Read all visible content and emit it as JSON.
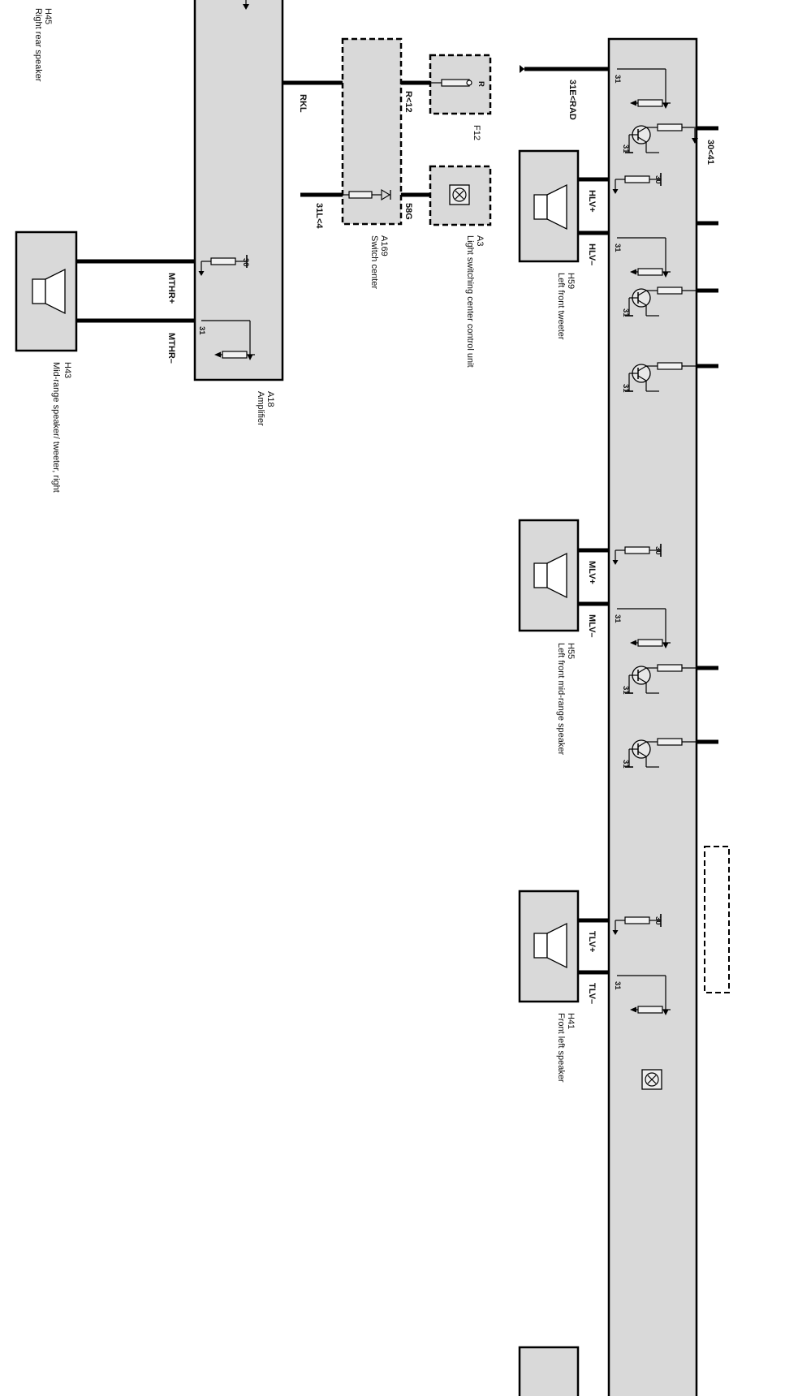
{
  "components": {
    "h45": {
      "id": "H45",
      "name": "Right rear speaker"
    },
    "a18": {
      "id": "A18",
      "name": "Amplifier"
    },
    "h43": {
      "id": "H43",
      "name": "Mid-range speaker/ tweeter, right"
    },
    "a169": {
      "id": "A169",
      "name": "Switch center"
    },
    "a3": {
      "id": "A3",
      "name": "Light switching center control unit"
    },
    "f12": {
      "id": "F12",
      "pin": "R"
    },
    "h59": {
      "id": "H59",
      "name": "Left front tweeter"
    },
    "h55": {
      "id": "H55",
      "name": "Left front mid-range speaker"
    },
    "h41": {
      "id": "H41",
      "name": "Front left speaker"
    }
  },
  "wires": {
    "rkl": "RKL",
    "r12": "R<12",
    "g58": "58G",
    "l31_4": "31L<4",
    "e31_rad": "31E<RAD",
    "v30_41": "30<41",
    "mthr_plus": "MTHR+",
    "mthr_minus": "MTHR–",
    "hlv_plus": "HLV+",
    "hlv_minus": "HLV–",
    "mlv_plus": "MLV+",
    "mlv_minus": "MLV–",
    "tlv_plus": "TLV+",
    "tlv_minus": "TLV–"
  },
  "terminals": {
    "t30": "30",
    "t31": "31"
  }
}
